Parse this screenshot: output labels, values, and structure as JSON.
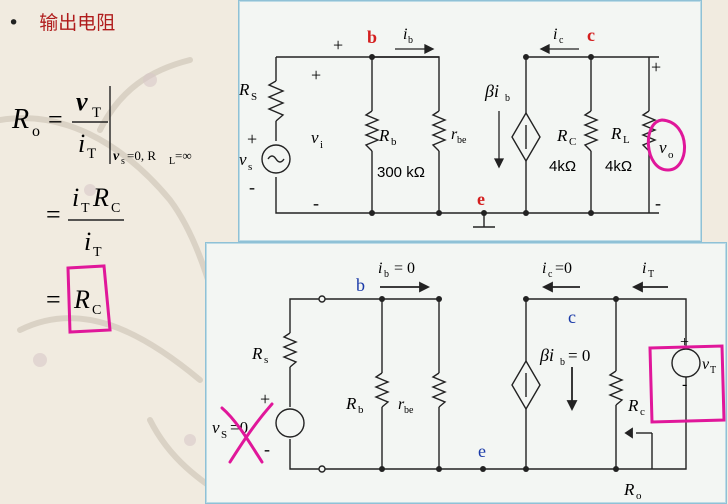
{
  "title": {
    "bullet": "•",
    "text": "输出电阻"
  },
  "formula": {
    "lhs_R": "R",
    "lhs_sub": "o",
    "eq1": "=",
    "num_v": "v",
    "num_T": "T",
    "den_i": "i",
    "den_T": "T",
    "cond": "v",
    "cond_s": "s",
    "cond_rest": "=0, R",
    "cond_L": "L",
    "cond_inf": "=∞",
    "eq2": "=",
    "step2_num": "iT RC",
    "step2_num_i": "i",
    "step2_num_T": "T",
    "step2_num_R": "R",
    "step2_num_C": "C",
    "step2_den_i": "i",
    "step2_den_T": "T",
    "eq3": "=",
    "res_R": "R",
    "res_C": "C"
  },
  "circuit1": {
    "Rs": "R",
    "Rs_sub": "S",
    "plus_left": "+",
    "vs": "v",
    "vs_sub": "s",
    "minus_left": "-",
    "vi": "v",
    "vi_sub": "i",
    "plus_vi": "+",
    "minus_vi": "-",
    "plus_b": "+",
    "node_b": "b",
    "ib": "i",
    "ib_sub": "b",
    "Rb": "R",
    "Rb_sub": "b",
    "Rb_val": "300 kΩ",
    "rbe": "r",
    "rbe_sub": "be",
    "beta_ib": "βi",
    "beta_sub": "b",
    "ic": "i",
    "ic_sub": "c",
    "node_c": "c",
    "RC": "R",
    "RC_sub": "C",
    "RC_val": "4kΩ",
    "RL": "R",
    "RL_sub": "L",
    "RL_val": "4kΩ",
    "vo": "v",
    "vo_sub": "o",
    "plus_right": "+",
    "minus_right": "-",
    "node_e": "e"
  },
  "circuit2": {
    "Rs": "R",
    "Rs_sub": "s",
    "plus_left": "+",
    "vs": "v",
    "vs_sub": "S",
    "vs_val": "=0",
    "minus_left": "-",
    "node_b": "b",
    "ib": "i",
    "ib_sub": "b",
    "ib_val": "= 0",
    "Rb": "R",
    "Rb_sub": "b",
    "rbe": "r",
    "rbe_sub": "be",
    "ic": "i",
    "ic_sub": "c",
    "ic_val": "=0",
    "iT": "i",
    "iT_sub": "T",
    "node_c": "c",
    "beta_ib": "βi",
    "beta_sub": "b",
    "beta_val": "= 0",
    "Rc": "R",
    "Rc_sub": "c",
    "vT": "v",
    "vT_sub": "T",
    "plus_right": "+",
    "minus_right": "-",
    "node_e": "e",
    "Ro": "R",
    "Ro_sub": "o"
  },
  "colors": {
    "title": "#b01c1c",
    "node_b1": "#d41f1f",
    "node_b2": "#1a3aa8",
    "ink": "#e0179a",
    "wire": "#222222"
  }
}
